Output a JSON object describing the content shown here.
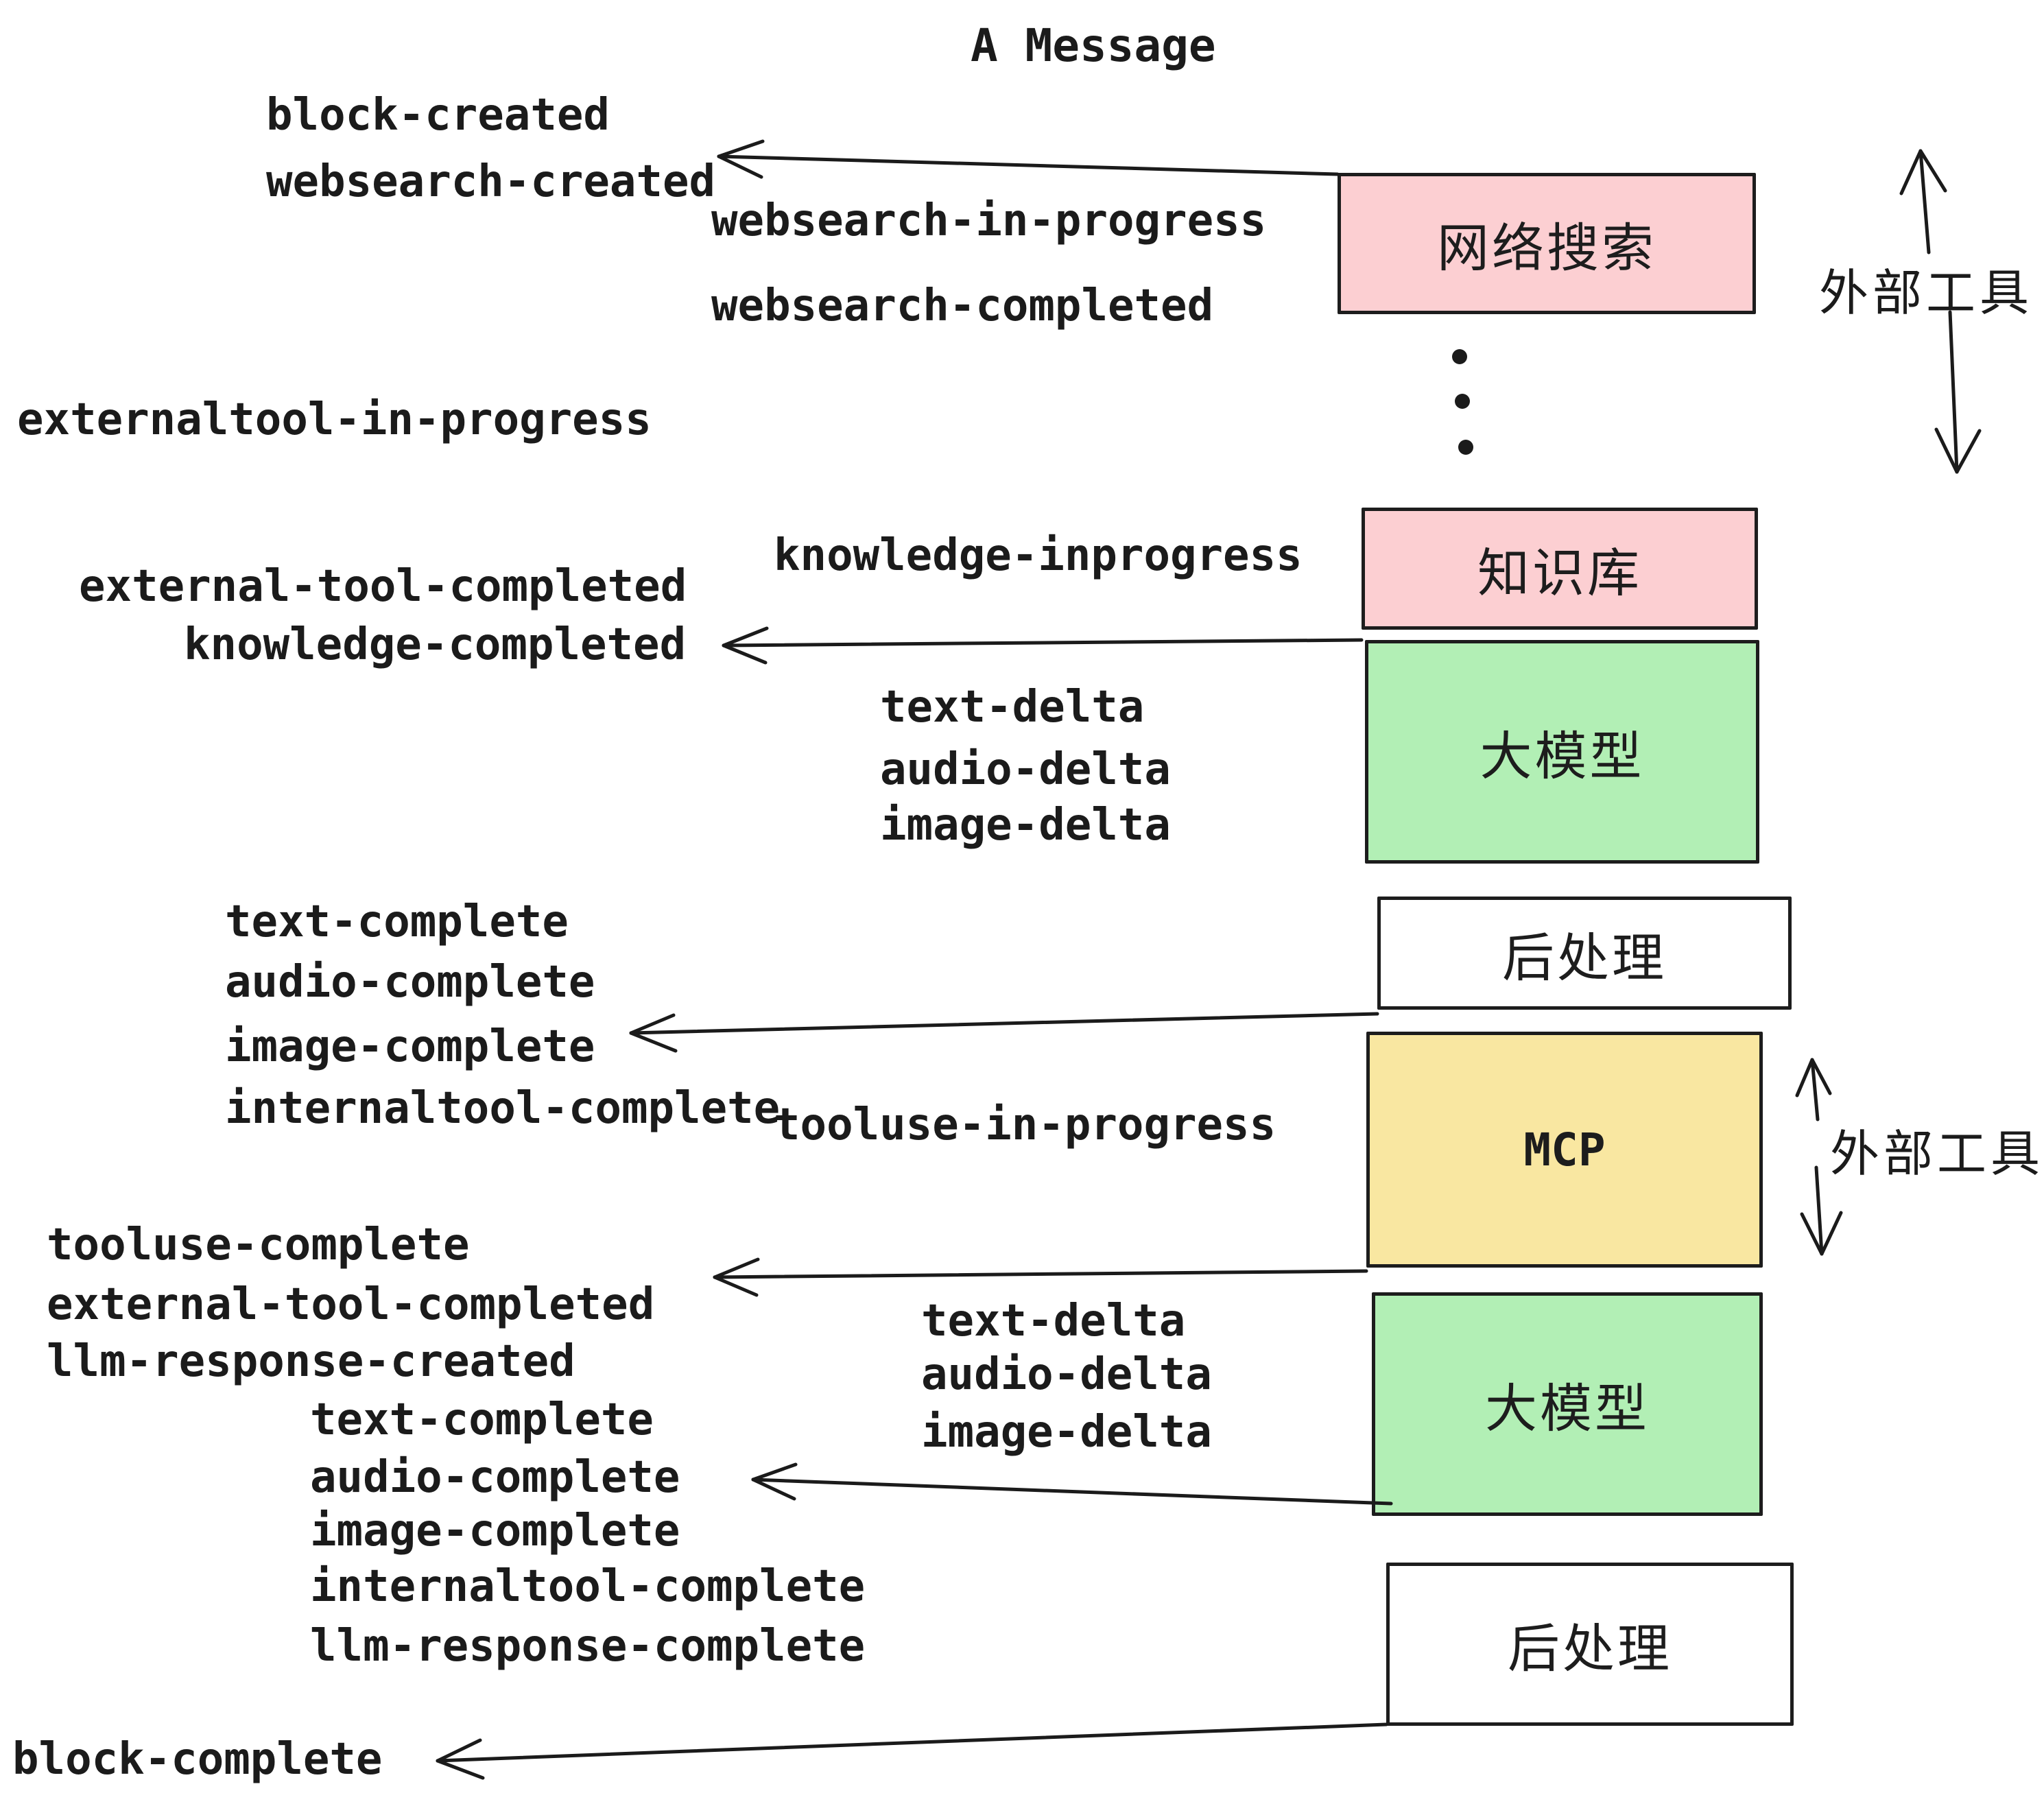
{
  "title": "A Message",
  "labels": [
    {
      "id": "block-created",
      "text": "block-created"
    },
    {
      "id": "websearch-created",
      "text": "websearch-created"
    },
    {
      "id": "websearch-in-progress",
      "text": "websearch-in-progress"
    },
    {
      "id": "websearch-completed",
      "text": "websearch-completed"
    },
    {
      "id": "externaltool-in-progress",
      "text": "externaltool-in-progress"
    },
    {
      "id": "knowledge-inprogress",
      "text": "knowledge-inprogress"
    },
    {
      "id": "external-tool-completed",
      "text": "external-tool-completed"
    },
    {
      "id": "knowledge-completed",
      "text": "knowledge-completed"
    },
    {
      "id": "text-delta-1",
      "text": "text-delta"
    },
    {
      "id": "audio-delta-1",
      "text": "audio-delta"
    },
    {
      "id": "image-delta-1",
      "text": "image-delta"
    },
    {
      "id": "text-complete-1",
      "text": "text-complete"
    },
    {
      "id": "audio-complete-1",
      "text": "audio-complete"
    },
    {
      "id": "image-complete-1",
      "text": "image-complete"
    },
    {
      "id": "internaltool-complete-1",
      "text": "internaltool-complete"
    },
    {
      "id": "tooluse-in-progress",
      "text": "tooluse-in-progress"
    },
    {
      "id": "tooluse-complete",
      "text": "tooluse-complete"
    },
    {
      "id": "external-tool-completed-2",
      "text": "external-tool-completed"
    },
    {
      "id": "llm-response-created",
      "text": "llm-response-created"
    },
    {
      "id": "text-complete-2",
      "text": "text-complete"
    },
    {
      "id": "audio-complete-2",
      "text": "audio-complete"
    },
    {
      "id": "image-complete-2",
      "text": "image-complete"
    },
    {
      "id": "internaltool-complete-2",
      "text": "internaltool-complete"
    },
    {
      "id": "llm-response-complete",
      "text": "llm-response-complete"
    },
    {
      "id": "text-delta-2",
      "text": "text-delta"
    },
    {
      "id": "audio-delta-2",
      "text": "audio-delta"
    },
    {
      "id": "image-delta-2",
      "text": "image-delta"
    },
    {
      "id": "block-complete",
      "text": "block-complete"
    }
  ],
  "boxes": [
    {
      "id": "websearch",
      "label": "网络搜索",
      "color": "#fccfd2"
    },
    {
      "id": "knowledge",
      "label": "知识库",
      "color": "#fccfd2"
    },
    {
      "id": "llm-1",
      "label": "大模型",
      "color": "#b2efb5"
    },
    {
      "id": "postprocess-1",
      "label": "后处理",
      "color": "#ffffff"
    },
    {
      "id": "mcp",
      "label": "MCP",
      "color": "#f9e7a1"
    },
    {
      "id": "llm-2",
      "label": "大模型",
      "color": "#b2efb5"
    },
    {
      "id": "postprocess-2",
      "label": "后处理",
      "color": "#ffffff"
    }
  ],
  "annotations": {
    "external_tools_top": "外部工具",
    "external_tools_bottom": "外部工具"
  },
  "colors": {
    "ink": "#1b1b1b",
    "pink": "#fccfd2",
    "green": "#b2efb5",
    "yellow": "#f9e7a1",
    "white": "#ffffff"
  }
}
